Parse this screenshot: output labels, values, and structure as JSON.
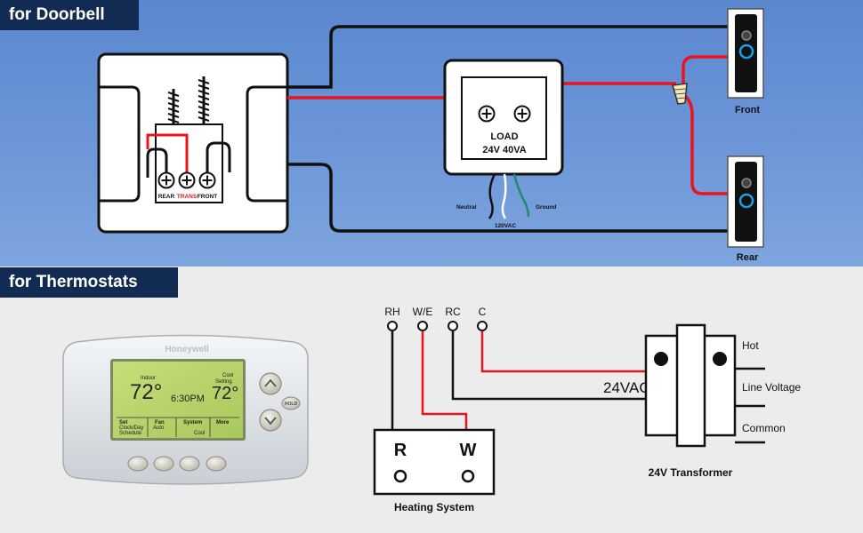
{
  "doorbell_section": {
    "title": "for Doorbell",
    "chime_terminals": {
      "rear": "REAR",
      "trans": "TRANS",
      "front": "FRONT"
    },
    "transformer": {
      "line1": "LOAD",
      "line2": "24V 40VA"
    },
    "wires": {
      "neutral": "Neutral",
      "ground": "Ground",
      "voltage": "120VAC"
    },
    "doorbells": {
      "front": "Front",
      "rear": "Rear"
    }
  },
  "thermostat_section": {
    "title": "for Thermostats",
    "thermostat": {
      "brand": "Honeywell",
      "indoor_label": "Indoor",
      "indoor_temp": "72°",
      "time": "6:30PM",
      "setting_label1": "Cool",
      "setting_label2": "Setting",
      "setting_temp": "72°",
      "menu": {
        "set": "Set",
        "clock_day": "Clock/Day",
        "schedule": "Schedule",
        "fan": "Fan",
        "auto": "Auto",
        "system": "System",
        "cool": "Cool",
        "more": "More"
      },
      "hold_label": "HOLD"
    },
    "terminals": [
      "RH",
      "W/E",
      "RC",
      "C"
    ],
    "heating_system": {
      "r": "R",
      "w": "W",
      "label": "Heating System"
    },
    "voltage_label": "24VAC",
    "transformer": {
      "hot": "Hot",
      "line_voltage": "Line Voltage",
      "common": "Common",
      "label": "24V Transformer"
    }
  },
  "colors": {
    "wire_red": "#e8141e",
    "wire_black": "#111111",
    "wire_green": "#1f8a6f",
    "banner_bg": "#122b52",
    "doorbell_ring": "#1aa0e6"
  }
}
